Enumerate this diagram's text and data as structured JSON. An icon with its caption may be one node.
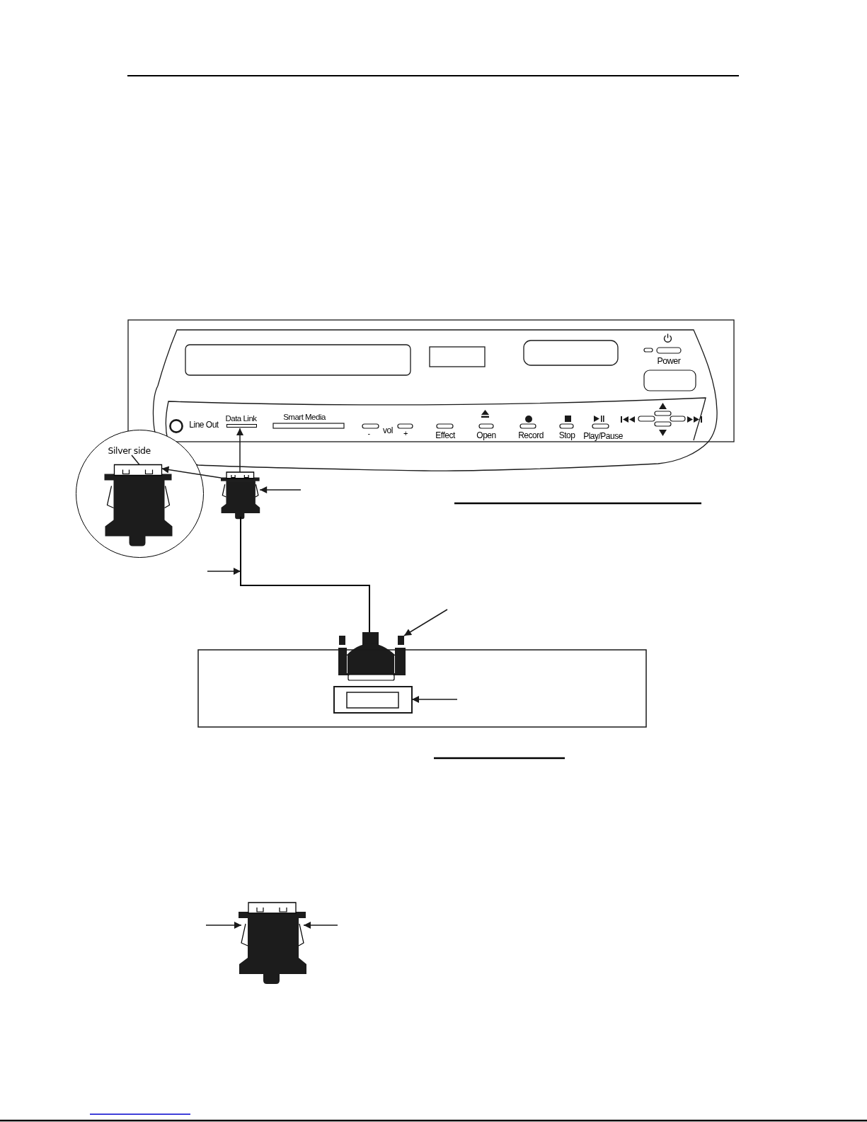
{
  "diagram": {
    "nodes": [
      {
        "text": [
          "Data Link"
        ]
      },
      {
        "text": [],
        "shape": "circle"
      },
      {
        "text": [
          "Silver side"
        ],
        "in": 1
      },
      {
        "text": [],
        "shape": "picture",
        "in": 1
      },
      {
        "text": [],
        "shape": "bar",
        "in": 1
      },
      {
        "text": [],
        "shape": "picture"
      },
      {
        "text": [],
        "shape": "line"
      },
      {
        "text": [],
        "shape": "picture"
      },
      {
        "text": [],
        "shape": "box",
        "in": 7
      },
      {
        "text": [],
        "shape": "box"
      },
      {
        "text": [],
        "shape": "box",
        "in": 9
      },
      {
        "text": [],
        "shape": "picture"
      },
      {
        "text": [],
        "shape": "bar",
        "in": 11
      },
      {
        "text": [],
        "shape": "bar",
        "in": 11
      }
    ],
    "edges": [
      {
        "from": 2,
        "to": 4,
        "arrow": "none"
      },
      {
        "from": 5,
        "to": 4,
        "arrow": "to"
      },
      {
        "from": 5,
        "to": 0,
        "arrow": "to"
      },
      {
        "from": null,
        "to": 5,
        "arrow": "to"
      },
      {
        "from": null,
        "to": 6,
        "arrow": "to"
      },
      {
        "from": null,
        "to": 8,
        "arrow": "to"
      },
      {
        "from": null,
        "to": 10,
        "arrow": "to"
      },
      {
        "from": null,
        "to": 12,
        "arrow": "to"
      },
      {
        "from": null,
        "to": 13,
        "arrow": "to"
      }
    ],
    "labels": [
      "Power",
      "Line Out",
      "Smart Media",
      "-",
      "vol",
      "+",
      "Effect",
      "Open",
      "Record",
      "Stop",
      "Play/Pause"
    ]
  }
}
